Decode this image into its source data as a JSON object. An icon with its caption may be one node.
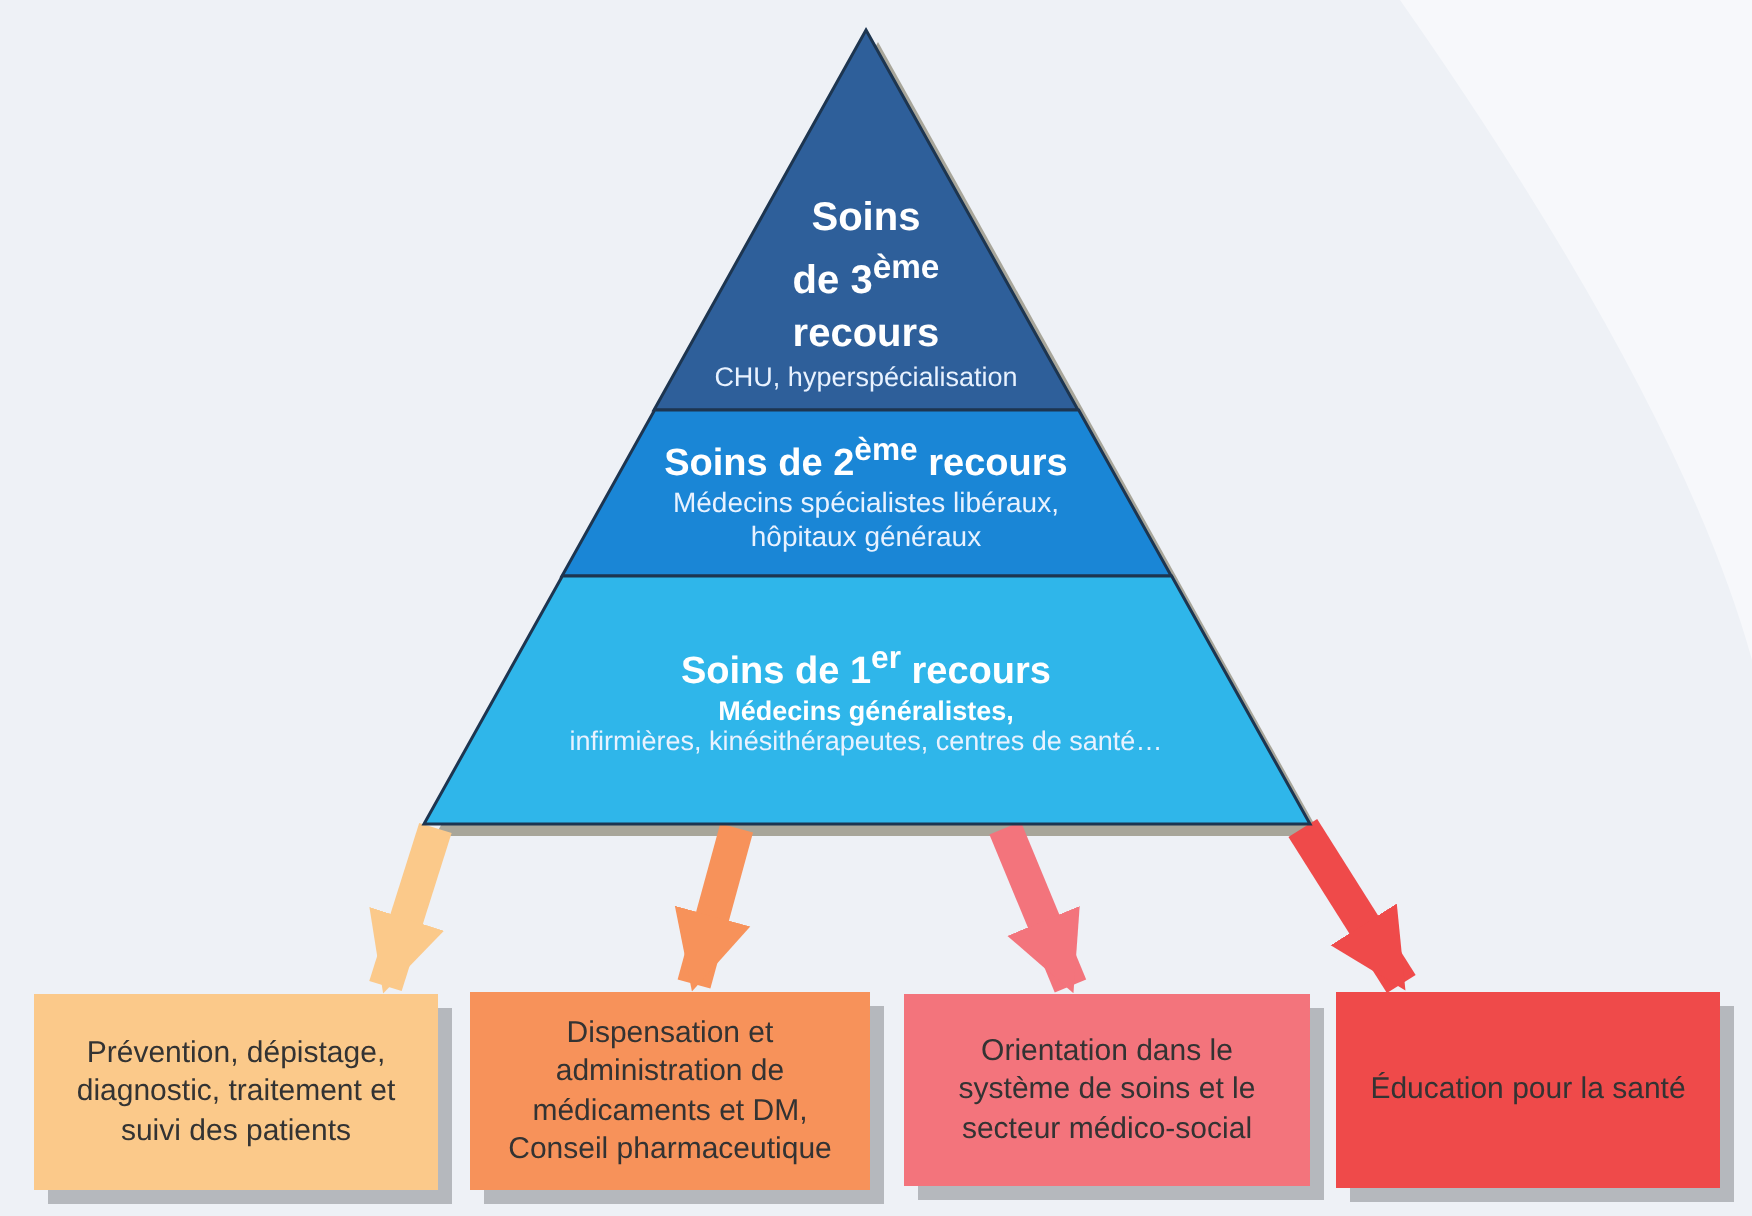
{
  "diagram": {
    "nodes": [
      {
        "text": [
          "Soins de 3$^{ème}$ recours",
          "CHU, hyperspécialisation"
        ]
      },
      {
        "text": [
          "Soins de 2$^{ème}$ recours",
          "Médecins spécialistes libéraux, hôpitaux généraux"
        ]
      },
      {
        "text": [
          "Soins de 1$^{er}$ recours",
          "Médecins généralistes,",
          "infirmières, kinésithérapeutes, centres de santé…"
        ]
      },
      {
        "text": [
          "Prévention, dépistage, diagnostic, traitement et suivi des patients"
        ]
      },
      {
        "text": [
          "Dispensation et administration de médicaments et DM, Conseil pharmaceutique"
        ]
      },
      {
        "text": [
          "Orientation dans le système de soins et le secteur médico-social"
        ]
      },
      {
        "text": [
          "Éducation pour la santé"
        ]
      }
    ],
    "edges": [
      {
        "from": 2,
        "to": 3,
        "arrow": "to",
        "color": "#fbc98a"
      },
      {
        "from": 2,
        "to": 4,
        "arrow": "to",
        "color": "#f7925a"
      },
      {
        "from": 2,
        "to": 5,
        "arrow": "to",
        "color": "#f3747c"
      },
      {
        "from": 2,
        "to": 6,
        "arrow": "to",
        "color": "#ef4a4a"
      }
    ]
  }
}
